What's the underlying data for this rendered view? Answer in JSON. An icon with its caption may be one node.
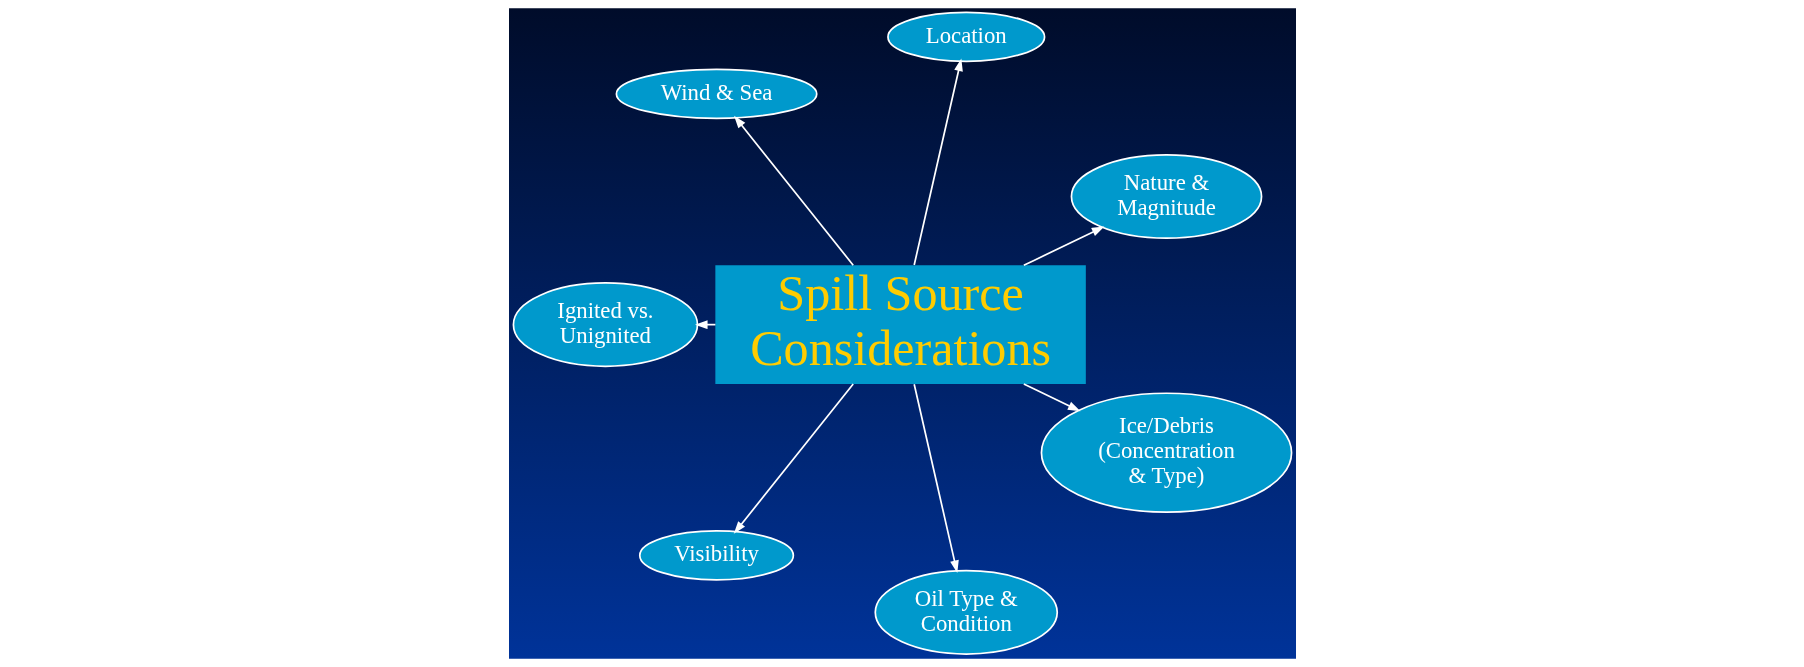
{
  "diagram": {
    "nodes": [
      {
        "text": [
          "Spill Source Considerations"
        ]
      },
      {
        "text": [
          "Nature & Magnitude"
        ]
      },
      {
        "text": [
          "Location"
        ]
      },
      {
        "text": [
          "Wind & Sea"
        ]
      },
      {
        "text": [
          "Ignited vs. Unignited"
        ]
      },
      {
        "text": [
          "Visibility"
        ]
      },
      {
        "text": [
          "Oil Type & Condition"
        ]
      },
      {
        "text": [
          "Ice/Debris",
          "(Concentration & Type)"
        ]
      }
    ],
    "edges": [
      {
        "from": 0,
        "to": 1,
        "arrow": "to"
      },
      {
        "from": 0,
        "to": 2,
        "arrow": "to"
      },
      {
        "from": 0,
        "to": 3,
        "arrow": "to"
      },
      {
        "from": 0,
        "to": 4,
        "arrow": "to"
      },
      {
        "from": 0,
        "to": 5,
        "arrow": "to"
      },
      {
        "from": 0,
        "to": 6,
        "arrow": "to"
      },
      {
        "from": 0,
        "to": 7,
        "arrow": "to"
      }
    ]
  }
}
